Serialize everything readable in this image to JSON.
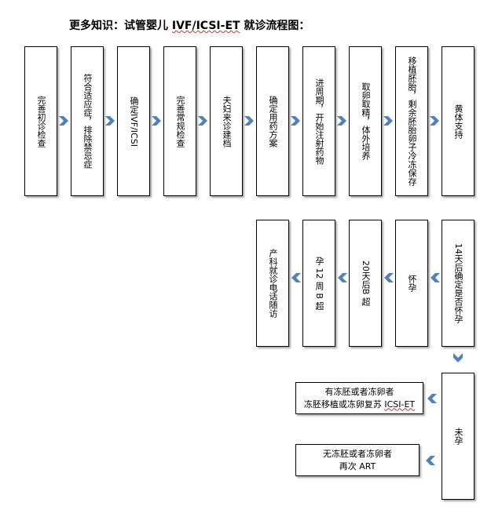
{
  "title": {
    "prefix": "更多知识：试管婴儿 ",
    "latin": "IVF/ICSI-ET",
    "suffix": " 就诊流程图："
  },
  "row1": [
    {
      "id": "s1",
      "text": "完善初诊检查"
    },
    {
      "id": "s2",
      "text": "符合适应症，排除禁忌症"
    },
    {
      "id": "s3",
      "text": "确定IVF/ICSI"
    },
    {
      "id": "s4",
      "text": "完善常规检查"
    },
    {
      "id": "s5",
      "text": "夫妇来诊建档"
    },
    {
      "id": "s6",
      "text": "确定用药方案"
    },
    {
      "id": "s7",
      "text": "进周期，开始注射药物"
    },
    {
      "id": "s8",
      "text": "取卵取精，体外培养"
    },
    {
      "id": "s9",
      "text": "移植胚胎，剩余胚胎卵子冷冻保存"
    },
    {
      "id": "s10",
      "text": "黄体支持"
    }
  ],
  "row2": [
    {
      "id": "t1",
      "text": "14天后确定是否怀孕"
    },
    {
      "id": "t2",
      "text": "怀孕"
    },
    {
      "id": "t3",
      "text": "20天后B 超"
    },
    {
      "id": "t4",
      "text": "孕 12 周 B 超"
    },
    {
      "id": "t5",
      "text": "产科就诊电话随访"
    }
  ],
  "not_pregnant": {
    "text": "未孕"
  },
  "frozen_yes": {
    "line1": "有冻胚或者冻卵者",
    "line2_prefix": "冻胚移植或冻卵复苏 ",
    "line2_latin": "ICSI-ET"
  },
  "frozen_no": {
    "line1": "无冻胚或者冻卵者",
    "line2": "再次 ART"
  },
  "colors": {
    "arrow": "#4f81bd",
    "border": "#000000",
    "squiggle": "#d03030"
  }
}
